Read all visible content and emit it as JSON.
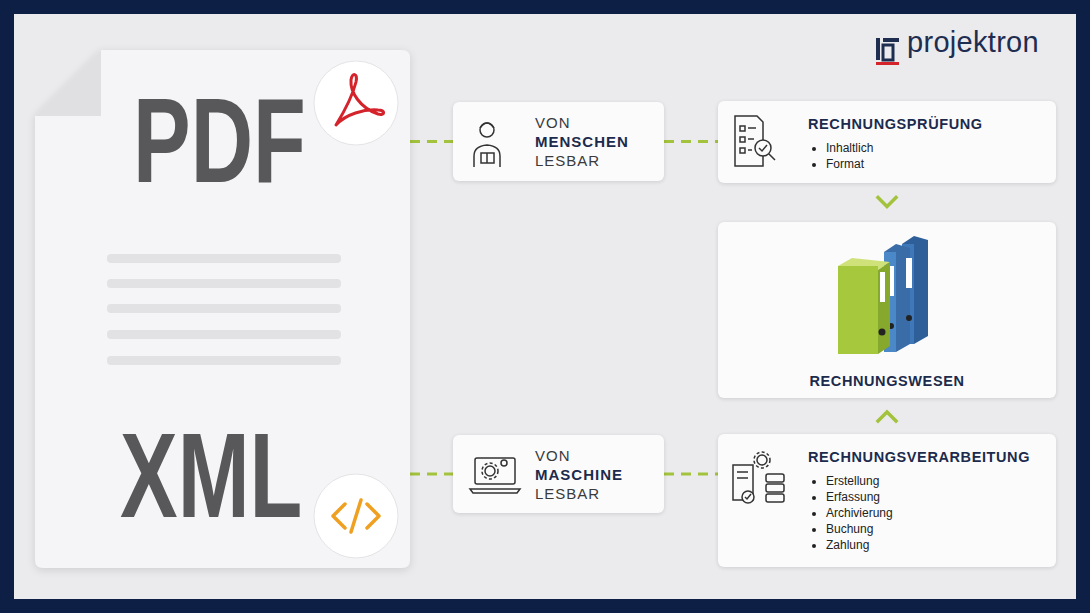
{
  "diagram": {
    "nodes": [
      {
        "text": [
          "PDF",
          "XML"
        ]
      },
      {
        "text": [
          "VON",
          "MENSCHEN",
          "LESBAR"
        ]
      },
      {
        "text": [
          "RECHNUNGSPRÜFUNG",
          "Inhaltlich",
          "Format"
        ]
      },
      {
        "text": [
          "RECHNUNGSWESEN"
        ]
      },
      {
        "text": [
          "VON",
          "MASCHINE",
          "LESBAR"
        ]
      },
      {
        "text": [
          "RECHNUNGSVERARBEITUNG",
          "Erstellung",
          "Erfassung",
          "Archivierung",
          "Buchung",
          "Zahlung"
        ]
      }
    ],
    "edges": [
      {
        "from": 0,
        "to": 1,
        "arrow": "none"
      },
      {
        "from": 1,
        "to": 2,
        "arrow": "none"
      },
      {
        "from": 2,
        "to": 3,
        "arrow": "to"
      },
      {
        "from": 0,
        "to": 4,
        "arrow": "none"
      },
      {
        "from": 4,
        "to": 5,
        "arrow": "none"
      },
      {
        "from": 5,
        "to": 3,
        "arrow": "to"
      }
    ],
    "labels": [
      "projektron"
    ]
  }
}
